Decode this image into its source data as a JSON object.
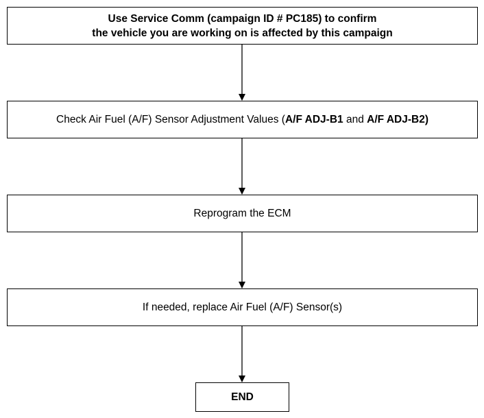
{
  "steps": {
    "step1": {
      "line1": "Use Service Comm (campaign ID # PC185) to confirm",
      "line2": "the vehicle you are working on is affected by this campaign"
    },
    "step2": {
      "text_prefix": "Check Air Fuel (A/F) Sensor Adjustment Values (",
      "value1": "A/F ADJ-B1",
      "conjunction": " and ",
      "value2": "A/F ADJ-B2)"
    },
    "step3": {
      "text": "Reprogram the ECM"
    },
    "step4": {
      "text": "If needed, replace Air Fuel (A/F) Sensor(s)"
    },
    "end": {
      "text": "END"
    }
  }
}
